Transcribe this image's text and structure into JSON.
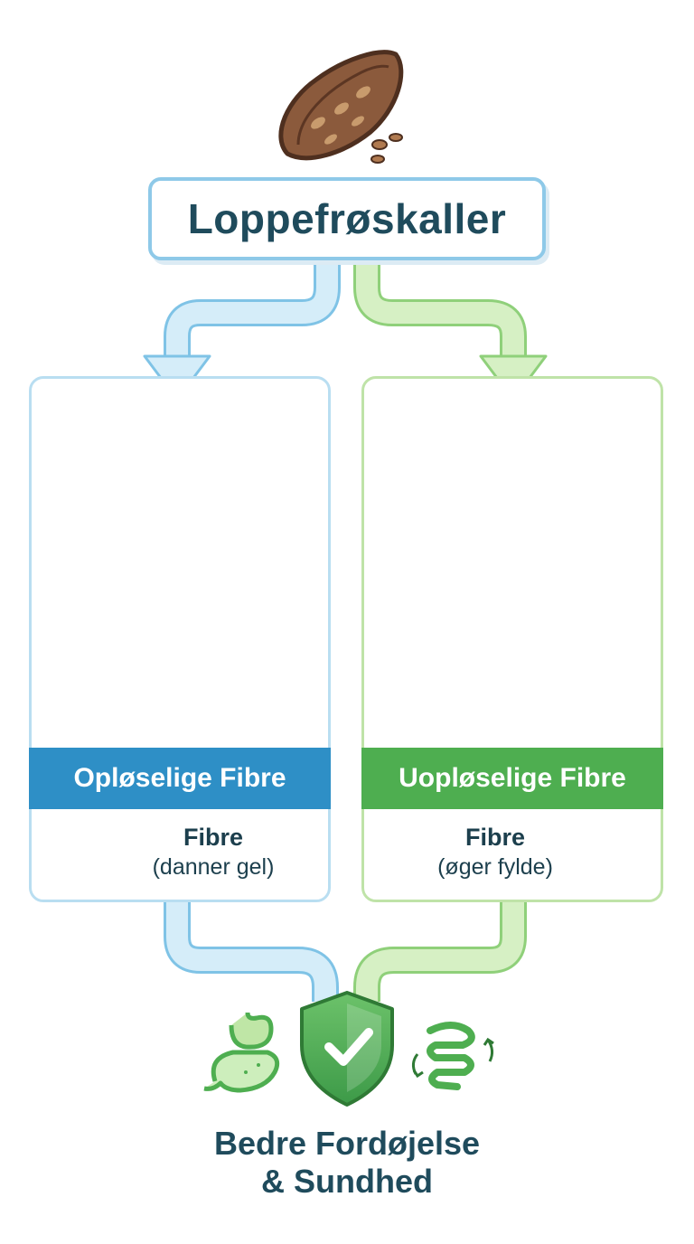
{
  "title": "Loppefrøskaller",
  "left_card": {
    "banner": "Opløselige Fibre",
    "caption_title": "Fibre",
    "caption_sub": "(danner gel)"
  },
  "right_card": {
    "banner": "Uopløselige Fibre",
    "caption_title": "Fibre",
    "caption_sub": "(øger fylde)"
  },
  "footer": {
    "line1": "Bedre Fordøjelse",
    "line2": "& Sundhed"
  },
  "icons": {
    "seed": "psyllium-seed-icon",
    "left_illustration": "sponge-in-water-icon",
    "right_illustration": "brush-in-intestine-icon",
    "left_small": "stomach-icon",
    "right_small": "intestine-icon",
    "footer_left": "stomach-icon",
    "footer_center": "shield-check-icon",
    "footer_right": "intestine-icon"
  },
  "colors": {
    "blue_accent": "#2e8fc6",
    "green_accent": "#4eae50",
    "blue_arrow": "#bfe2f4",
    "green_arrow": "#c7e9ad",
    "title_text": "#1f4b5c"
  }
}
